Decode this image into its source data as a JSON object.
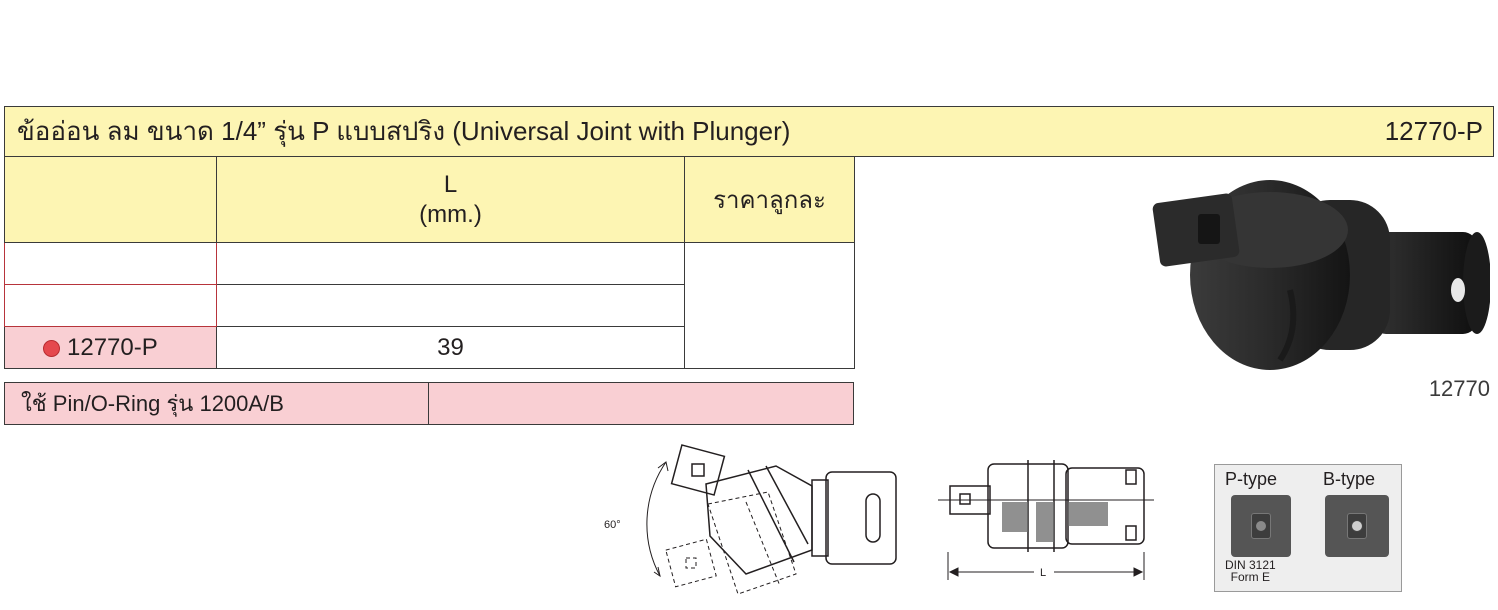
{
  "header": {
    "title": "ข้ออ่อน ลม ขนาด 1/4” รุ่น P แบบสปริง (Universal Joint with Plunger)",
    "code": "12770-P"
  },
  "table": {
    "col_length_label": "L",
    "col_length_unit": "(mm.)",
    "col_price_label": "ราคาลูกละ",
    "rows": [
      {
        "model": "",
        "length": ""
      },
      {
        "model": "",
        "length": ""
      },
      {
        "model": "12770-P",
        "length": "39"
      }
    ]
  },
  "pin_row": {
    "label": "ใช้ Pin/O-Ring รุ่น 1200A/B",
    "value": ""
  },
  "photo": {
    "caption": "12770"
  },
  "diagram": {
    "angle_label": "60°",
    "length_label": "L"
  },
  "types": {
    "p_type": "P-type",
    "b_type": "B-type",
    "din_line1": "DIN 3121",
    "din_line2": "Form E"
  },
  "colors": {
    "header_bg": "#fdf5b3",
    "highlight_bg": "#f9cfd3",
    "dot": "#e5484d"
  }
}
